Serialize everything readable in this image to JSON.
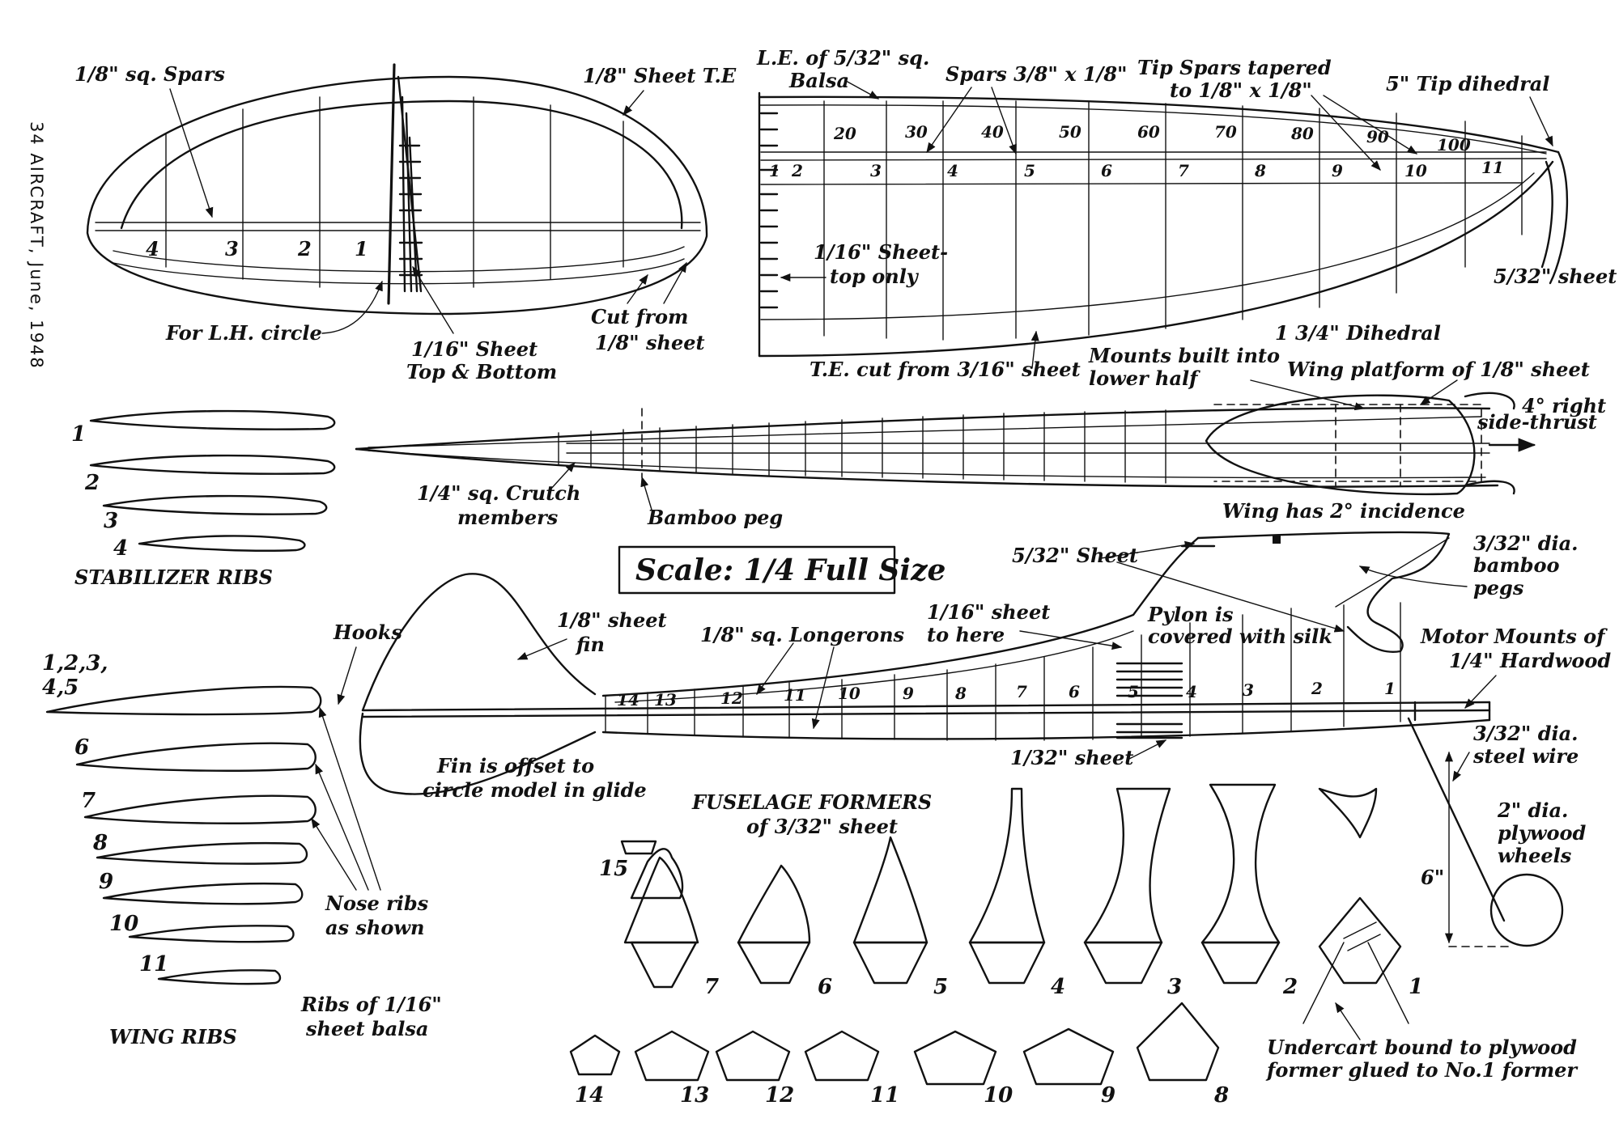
{
  "margin_caption": "34   AIRCRAFT, June, 1948",
  "stabilizer_plan": {
    "bay_numbers": [
      "4",
      "3",
      "2",
      "1"
    ],
    "labels": {
      "spars": "1/8\" sq. Spars",
      "trailing_edge": "1/8\" Sheet T.E",
      "lh_circle": "For L.H. circle",
      "sheet_line1": "1/16\" Sheet",
      "sheet_line2": "Top & Bottom",
      "cut_line1": "Cut from",
      "cut_line2": "1/8\" sheet"
    }
  },
  "wing_plan": {
    "rib_numbers": [
      "1",
      "2",
      "3",
      "4",
      "5",
      "6",
      "7",
      "8",
      "9",
      "10",
      "11"
    ],
    "station_numbers": [
      "20",
      "30",
      "40",
      "50",
      "60",
      "70",
      "80",
      "90",
      "100"
    ],
    "labels": {
      "le_line1": "L.E. of 5/32\" sq.",
      "le_line2": "Balsa",
      "spars": "Spars 3/8\" x 1/8\"",
      "tip_spars_line1": "Tip Spars tapered",
      "tip_spars_line2": "to 1/8\" x 1/8\"",
      "tip_dihedral": "5\" Tip dihedral",
      "top_sheet_line1": "1/16\" Sheet-",
      "top_sheet_line2": "top only",
      "tip_sheet": "5/32\" sheet",
      "dihedral": "1 3/4\" Dihedral",
      "te_cut": "T.E. cut from 3/16\" sheet"
    }
  },
  "fuselage_top": {
    "labels": {
      "mounts_line1": "Mounts built into",
      "mounts_line2": "lower half",
      "wing_platform": "Wing platform of 1/8\" sheet",
      "side_thrust_line1": "4° right",
      "side_thrust_line2": "side-thrust",
      "crutch_line1": "1/4\" sq. Crutch",
      "crutch_line2": "members",
      "bamboo_peg": "Bamboo peg"
    }
  },
  "stabilizer_ribs": {
    "rib_labels": [
      "1",
      "2",
      "3",
      "4"
    ],
    "title": "STABILIZER RIBS"
  },
  "scale_box": "Scale: 1/4 Full Size",
  "fuselage_side": {
    "bay_numbers": [
      "14",
      "13",
      "12",
      "11",
      "10",
      "9",
      "8",
      "7",
      "6",
      "5",
      "4",
      "3",
      "2",
      "1"
    ],
    "labels": {
      "incidence": "Wing has 2° incidence",
      "sheet_532": "5/32\" Sheet",
      "bamboo_line1": "3/32\" dia.",
      "bamboo_line2": "bamboo",
      "bamboo_line3": "pegs",
      "hooks": "Hooks",
      "fin_line1": "1/8\" sheet",
      "fin_line2": "fin",
      "longerons": "1/8\" sq. Longerons",
      "sheet_116_line1": "1/16\" sheet",
      "sheet_116_line2": "to here",
      "pylon_line1": "Pylon is",
      "pylon_line2": "covered with silk",
      "motor_line1": "Motor Mounts of",
      "motor_line2": "1/4\" Hardwood",
      "sheet_132": "1/32\" sheet",
      "fin_offset_line1": "Fin is offset to",
      "fin_offset_line2": "circle model in glide",
      "wire_line1": "3/32\" dia.",
      "wire_line2": "steel wire",
      "wheels_line1": "2\" dia.",
      "wheels_line2": "plywood",
      "wheels_line3": "wheels",
      "gear_height": "6\""
    }
  },
  "wing_ribs": {
    "rib_labels": [
      "1,2,3,\n4,5",
      "6",
      "7",
      "8",
      "9",
      "10",
      "11"
    ],
    "title": "WING RIBS",
    "nose_line1": "Nose ribs",
    "nose_line2": "as shown",
    "ribs_of_line1": "Ribs of 1/16\"",
    "ribs_of_line2": "sheet balsa"
  },
  "formers": {
    "title_line1": "FUSELAGE FORMERS",
    "title_line2": "of 3/32\" sheet",
    "row1_labels": [
      "7",
      "6",
      "5",
      "4",
      "3",
      "2",
      "1"
    ],
    "row2_labels": [
      "14",
      "13",
      "12",
      "11",
      "10",
      "9",
      "8"
    ],
    "former_15_label": "15",
    "undercart_line1": "Undercart bound to plywood",
    "undercart_line2": "former glued to No.1 former"
  }
}
